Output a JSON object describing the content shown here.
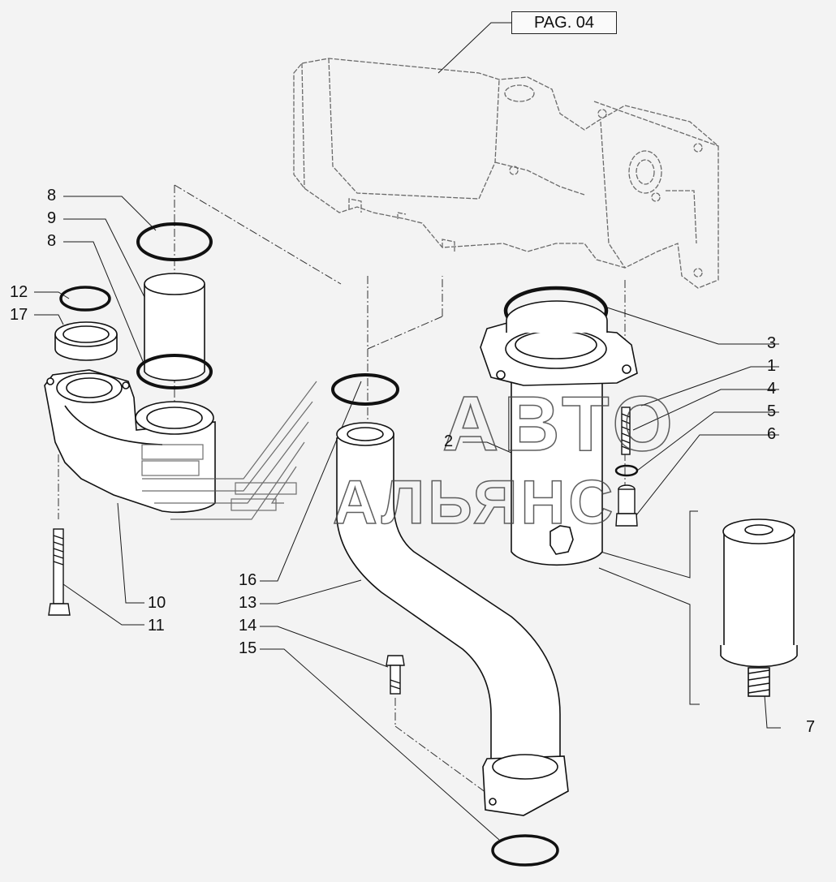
{
  "page_ref": "PAG. 04",
  "labels": {
    "l1": "1",
    "l2": "2",
    "l3": "3",
    "l4": "4",
    "l5": "5",
    "l6": "6",
    "l7": "7",
    "l8a": "8",
    "l8b": "8",
    "l9": "9",
    "l10": "10",
    "l11": "11",
    "l12": "12",
    "l13": "13",
    "l14": "14",
    "l15": "15",
    "l16": "16",
    "l17": "17"
  },
  "watermark": {
    "line1": "АВТО",
    "line2": "АЛЬЯНС",
    "color": "#d0d0d0"
  },
  "colors": {
    "background": "#f3f3f3",
    "line": "#1a1a1a",
    "ghost_line": "#6a6a6a"
  }
}
